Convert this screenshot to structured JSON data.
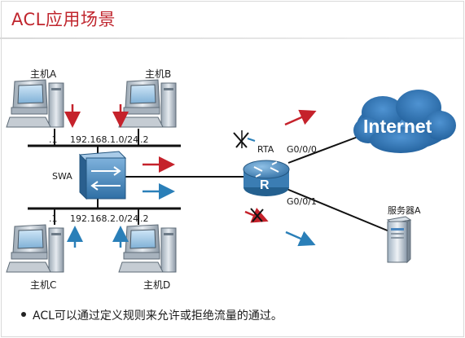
{
  "title": "ACL应用场景",
  "hosts": {
    "a": "主机A",
    "b": "主机B",
    "c": "主机C",
    "d": "主机D"
  },
  "subnets": {
    "top": "192.168.1.0/24",
    "bottom": "192.168.2.0/24",
    "top_left_port": ".1",
    "top_right_port": ".2",
    "bottom_left_port": ".1",
    "bottom_right_port": ".2"
  },
  "switch_label": "SWA",
  "router_label": "RTA",
  "interfaces": {
    "g0": "G0/0/0",
    "g1": "G0/0/1"
  },
  "internet_label": "Internet",
  "server_label": "服务器A",
  "bullet": "ACL可以通过定义规则来允许或拒绝流量的通过。",
  "colors": {
    "title": "#c0262e",
    "red_arrow": "#c5222b",
    "blue_arrow": "#2a7fb8",
    "device_blue": "#3d7fb5"
  }
}
